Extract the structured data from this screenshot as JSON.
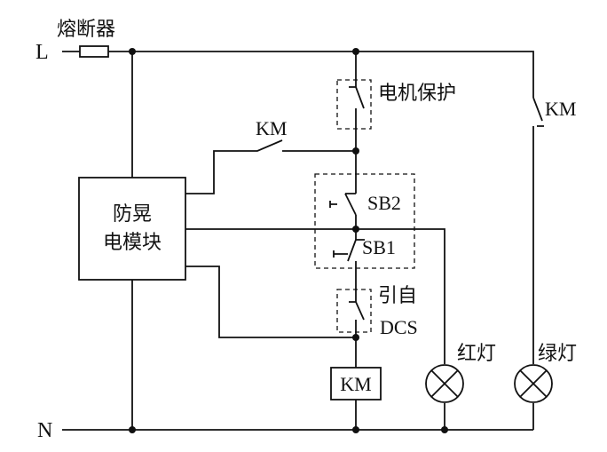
{
  "labels": {
    "line_L": "L",
    "line_N": "N",
    "fuse": "熔断器",
    "motor_protect": "电机保护",
    "km_aux_left": "KM",
    "km_aux_right": "KM",
    "sb2": "SB2",
    "sb1": "SB1",
    "from_dcs_1": "引自",
    "from_dcs_2": "DCS",
    "km_coil": "KM",
    "red_lamp": "红灯",
    "green_lamp": "绿灯",
    "module_line1": "防晃",
    "module_line2": "电模块"
  }
}
